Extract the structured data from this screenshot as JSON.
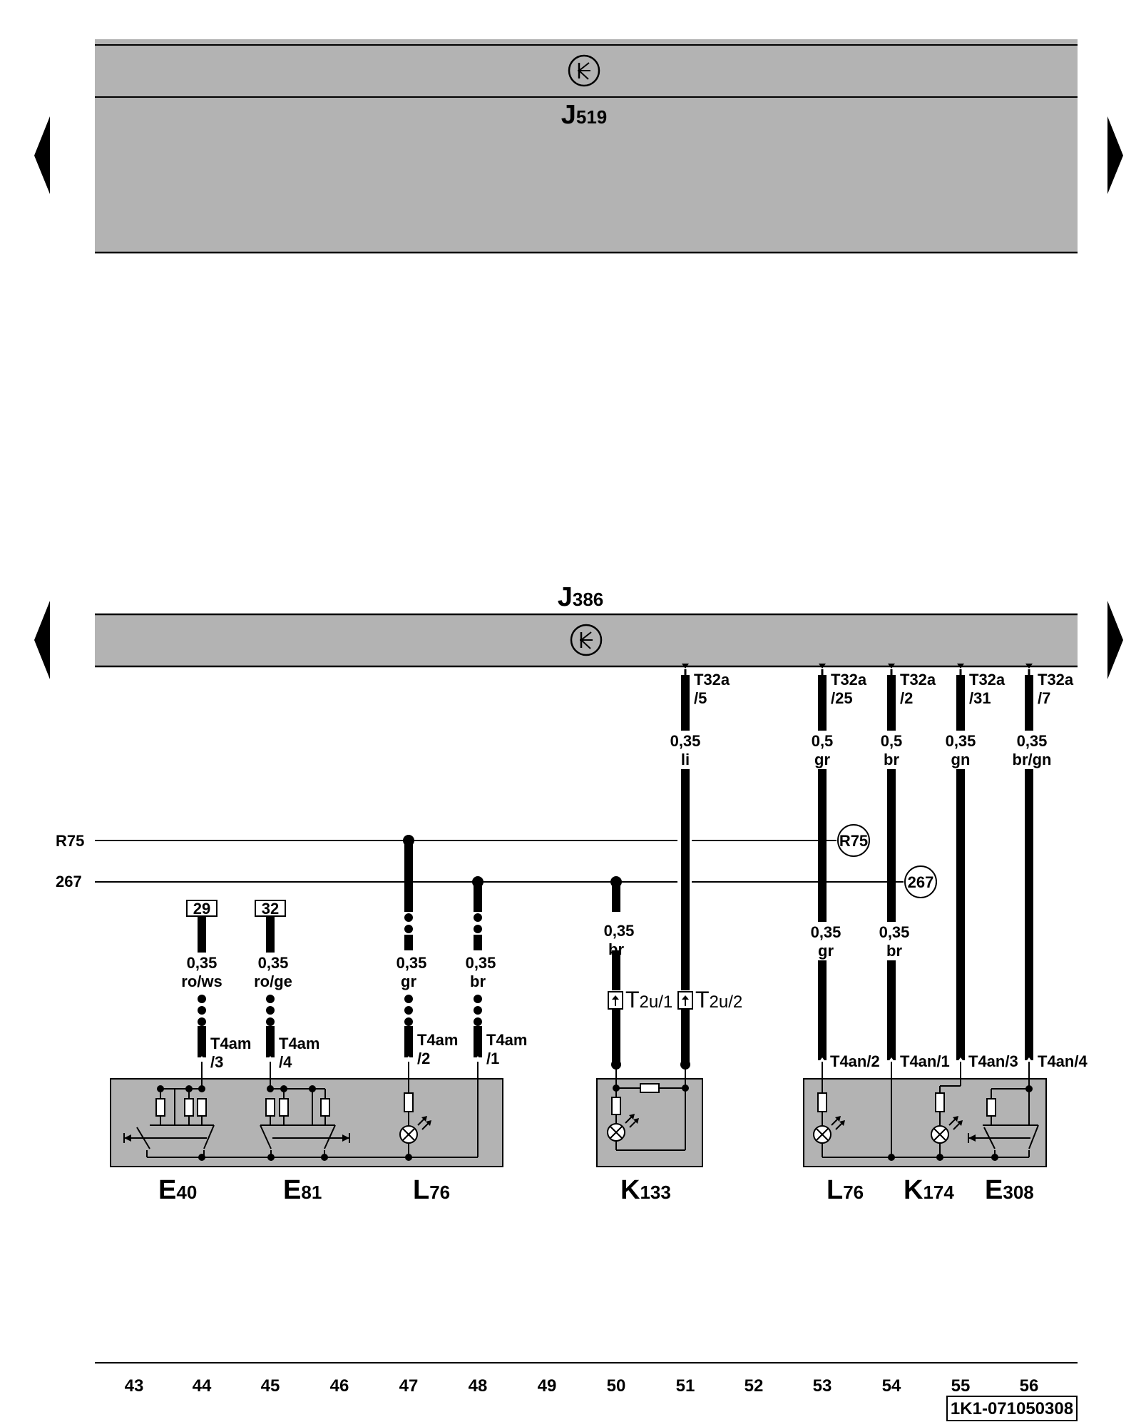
{
  "modules": {
    "top": {
      "name": "J",
      "sub": "519"
    },
    "bottom": {
      "name": "J",
      "sub": "386"
    }
  },
  "reference_lines": [
    {
      "id": "R75",
      "label": "R75",
      "circle_label": "R75"
    },
    {
      "id": "267",
      "label": "267",
      "circle_label": "267"
    }
  ],
  "fuse_boxes": [
    "29",
    "32"
  ],
  "connectors": {
    "t32a_5": [
      "T32a",
      "/5"
    ],
    "t32a_25": [
      "T32a",
      "/25"
    ],
    "t32a_2": [
      "T32a",
      "/2"
    ],
    "t32a_31": [
      "T32a",
      "/31"
    ],
    "t32a_7": [
      "T32a",
      "/7"
    ],
    "t4am_3": [
      "T4am",
      "/3"
    ],
    "t4am_4": [
      "T4am",
      "/4"
    ],
    "t4am_2": [
      "T4am",
      "/2"
    ],
    "t4am_1": [
      "T4am",
      "/1"
    ],
    "t2u_1": {
      "name": "T",
      "sub": "2u/1"
    },
    "t2u_2": {
      "name": "T",
      "sub": "2u/2"
    },
    "t4an_2": "T4an/2",
    "t4an_1": "T4an/1",
    "t4an_3": "T4an/3",
    "t4an_4": "T4an/4"
  },
  "wires": {
    "w51_top": [
      "0,35",
      "li"
    ],
    "w53_top": [
      "0,5",
      "gr"
    ],
    "w54_top": [
      "0,5",
      "br"
    ],
    "w55_top": [
      "0,35",
      "gn"
    ],
    "w56_top": [
      "0,35",
      "br/gn"
    ],
    "w44": [
      "0,35",
      "ro/ws"
    ],
    "w45": [
      "0,35",
      "ro/ge"
    ],
    "w47": [
      "0,35",
      "gr"
    ],
    "w48": [
      "0,35",
      "br"
    ],
    "w50": [
      "0,35",
      "br"
    ],
    "w53_bot": [
      "0,35",
      "gr"
    ],
    "w54_bot": [
      "0,35",
      "br"
    ]
  },
  "components": {
    "e40": {
      "name": "E",
      "sub": "40"
    },
    "e81": {
      "name": "E",
      "sub": "81"
    },
    "l76a": {
      "name": "L",
      "sub": "76"
    },
    "k133": {
      "name": "K",
      "sub": "133"
    },
    "l76b": {
      "name": "L",
      "sub": "76"
    },
    "k174": {
      "name": "K",
      "sub": "174"
    },
    "e308": {
      "name": "E",
      "sub": "308"
    }
  },
  "column_numbers": [
    "43",
    "44",
    "45",
    "46",
    "47",
    "48",
    "49",
    "50",
    "51",
    "52",
    "53",
    "54",
    "55",
    "56"
  ],
  "document_id": "1K1-071050308"
}
